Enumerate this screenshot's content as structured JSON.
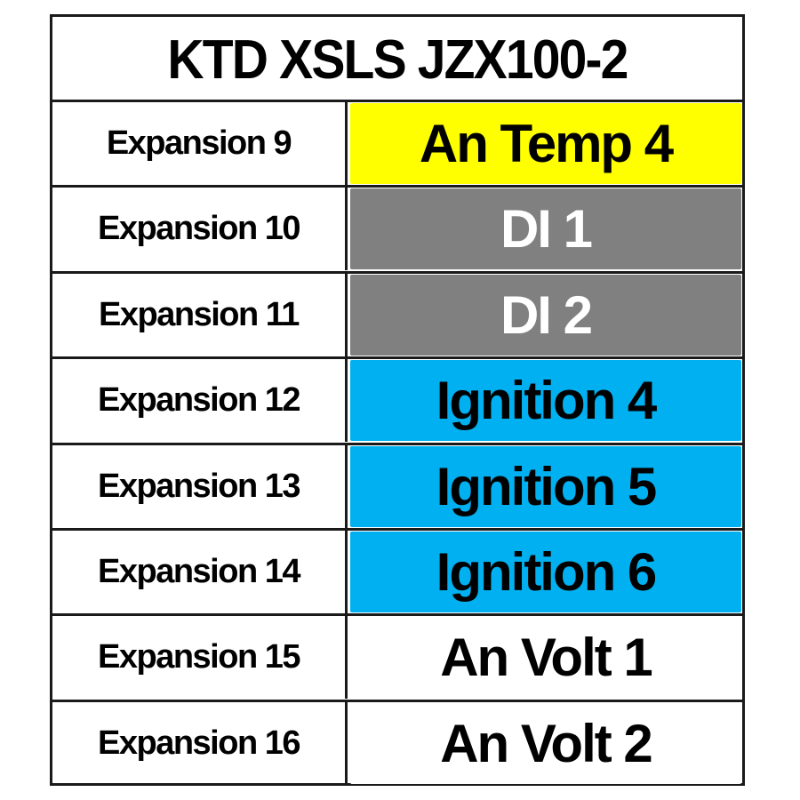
{
  "title": "KTD XSLS JZX100-2",
  "colors": {
    "yellow": "#ffff00",
    "grey": "#808080",
    "blue": "#00b0f0",
    "white": "#ffffff"
  },
  "rows": [
    {
      "label": "Expansion 9",
      "value": "An Temp 4",
      "bg": "#ffff00",
      "fg": "#000000"
    },
    {
      "label": "Expansion 10",
      "value": "DI 1",
      "bg": "#808080",
      "fg": "#ffffff"
    },
    {
      "label": "Expansion 11",
      "value": "DI 2",
      "bg": "#808080",
      "fg": "#ffffff"
    },
    {
      "label": "Expansion 12",
      "value": "Ignition 4",
      "bg": "#00b0f0",
      "fg": "#000000"
    },
    {
      "label": "Expansion 13",
      "value": "Ignition 5",
      "bg": "#00b0f0",
      "fg": "#000000"
    },
    {
      "label": "Expansion 14",
      "value": "Ignition 6",
      "bg": "#00b0f0",
      "fg": "#000000"
    },
    {
      "label": "Expansion 15",
      "value": "An Volt 1",
      "bg": "#ffffff",
      "fg": "#000000"
    },
    {
      "label": "Expansion 16",
      "value": "An Volt 2",
      "bg": "#ffffff",
      "fg": "#000000"
    }
  ]
}
